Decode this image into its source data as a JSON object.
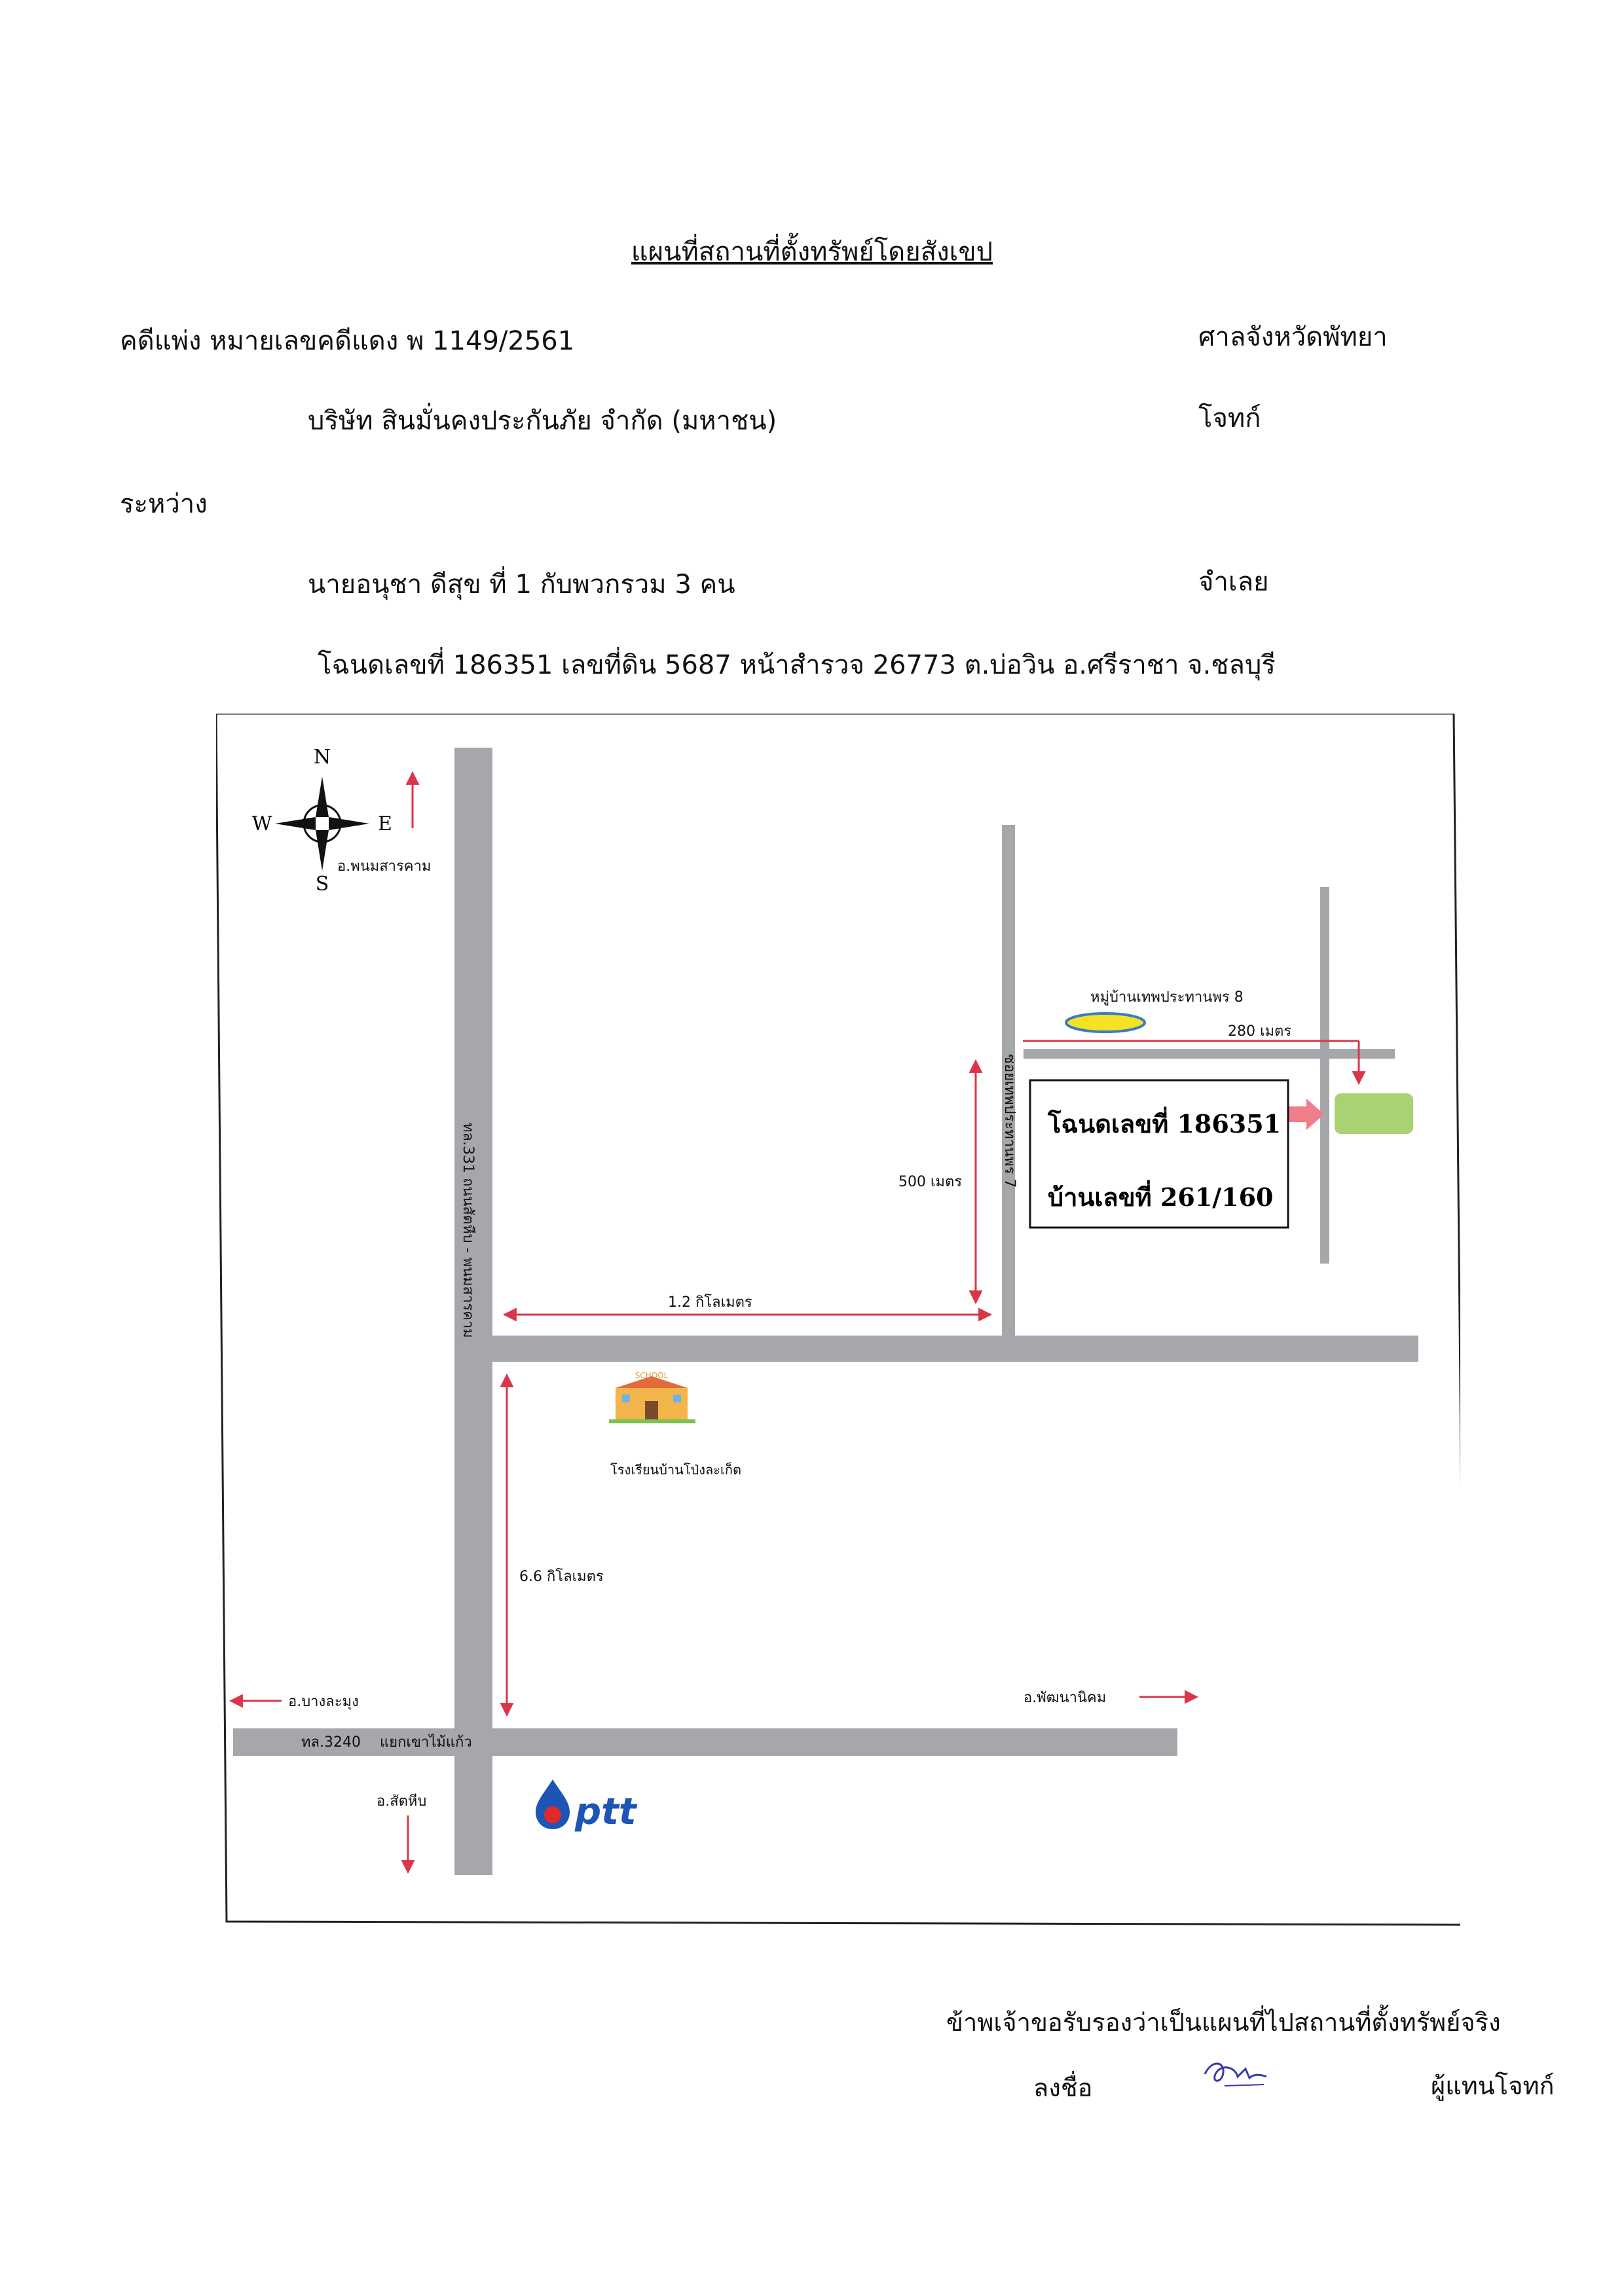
{
  "document": {
    "title": "แผนที่สถานที่ตั้งทรัพย์โดยสังเขป",
    "case_label": "คดีแพ่ง  หมายเลขคดีแดง พ 1149/2561",
    "court": "ศาลจังหวัดพัทยา",
    "plaintiff_name": "บริษัท สินมั่นคงประกันภัย จำกัด (มหาชน)",
    "plaintiff_role": "โจทก์",
    "between": "ระหว่าง",
    "defendant_name": "นายอนุชา   ดีสุข  ที่  1   กับพวกรวม 3 คน",
    "defendant_role": "จำเลย",
    "deed_line": "โฉนดเลขที่ 186351  เลขที่ดิน  5687  หน้าสำรวจ  26773  ต.บ่อวิน  อ.ศรีราชา  จ.ชลบุรี"
  },
  "map": {
    "compass": {
      "n": "N",
      "s": "S",
      "e": "E",
      "w": "W"
    },
    "labels": {
      "north_dest": "อ.พนมสารคาม",
      "main_road": "ทล.331 ถนนสัตหีบ - พนมสารคาม",
      "soi": "ซอยเทพประทานพร 7",
      "village": "หมู่บ้านเทพประทานพร 8",
      "dist_280": "280 เมตร",
      "dist_500": "500 เมตร",
      "dist_1_2": "1.2  กิโลเมตร",
      "dist_6_6": "6.6  กิโลเมตร",
      "school": "โรงเรียนบ้านโป่งละเก็ต",
      "school_sign": "SCHOOL",
      "west_dest": "อ.บางละมุง",
      "east_dest": "อ.พัฒนานิคม",
      "road_3240": "ทล.3240",
      "junction": "แยกเขาไม้แก้ว",
      "south_dest": "อ.สัตหีบ",
      "ptt": "ptt"
    },
    "property_box": {
      "deed": "โฉนดเลขที่ 186351",
      "house": "บ้านเลขที่  261/160"
    },
    "colors": {
      "road": "#a6a7ab",
      "arrow": "#d9364a",
      "property": "#a9d273",
      "village_fill": "#f4e223",
      "village_stroke": "#3a7cc4",
      "ptt_blue": "#1d55b5",
      "ptt_red": "#e02a2a"
    }
  },
  "certification": {
    "statement": "ข้าพเจ้าขอรับรองว่าเป็นแผนที่ไปสถานที่ตั้งทรัพย์จริง",
    "sign_label": "ลงชื่อ",
    "signer_role": "ผู้แทนโจทก์"
  }
}
